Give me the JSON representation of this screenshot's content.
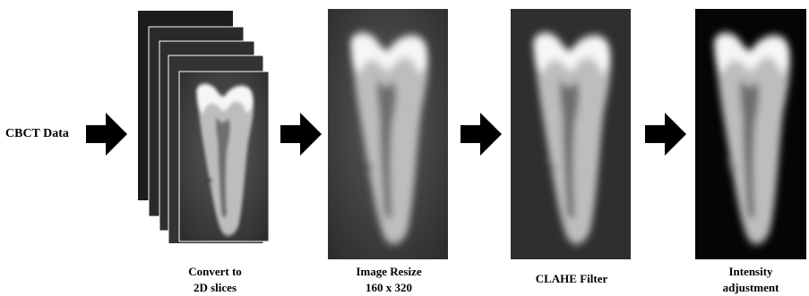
{
  "pipeline": {
    "input_label": "CBCT Data",
    "steps": [
      {
        "caption": "Convert to\n2D slices"
      },
      {
        "caption": "Image Resize\n160 x 320"
      },
      {
        "caption": "CLAHE Filter"
      },
      {
        "caption": "Intensity\nadjustment"
      }
    ]
  },
  "colors": {
    "arrow": "#000000",
    "background_dark": "#3a3a3a",
    "tooth": "#cfcfcf",
    "enamel": "#f4f4f4",
    "pulp": "#6b6b6b"
  }
}
